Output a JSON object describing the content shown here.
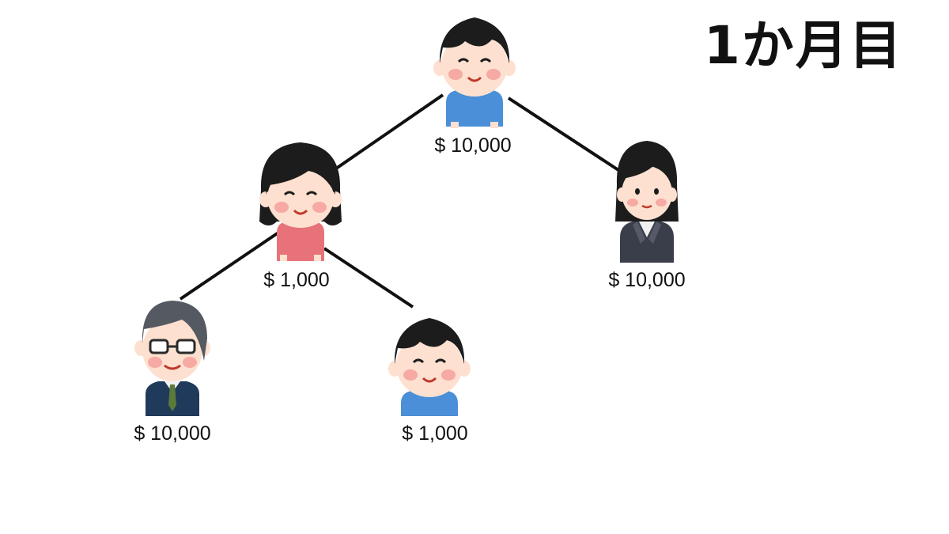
{
  "title": "1か月目",
  "nodes": [
    {
      "id": "root",
      "amount": "$ 10,000",
      "figure": "boy-blue-shirt-icon"
    },
    {
      "id": "woman-pink",
      "amount": "$ 1,000",
      "figure": "woman-pink-shirt-icon"
    },
    {
      "id": "woman-suit",
      "amount": "$ 10,000",
      "figure": "woman-business-suit-icon"
    },
    {
      "id": "old-man",
      "amount": "$ 10,000",
      "figure": "old-man-glasses-suit-icon"
    },
    {
      "id": "boy2",
      "amount": "$ 1,000",
      "figure": "boy-blue-shirt-icon"
    }
  ],
  "colors": {
    "skin": "#fde0cf",
    "cheek": "#f7a9a4",
    "hair": "#1c1c1c",
    "blue_shirt": "#4a8fd8",
    "pink_shirt": "#e8727a",
    "suit_gray": "#3a3e4a",
    "suit_navy": "#1f3a5a",
    "line": "#111111"
  }
}
